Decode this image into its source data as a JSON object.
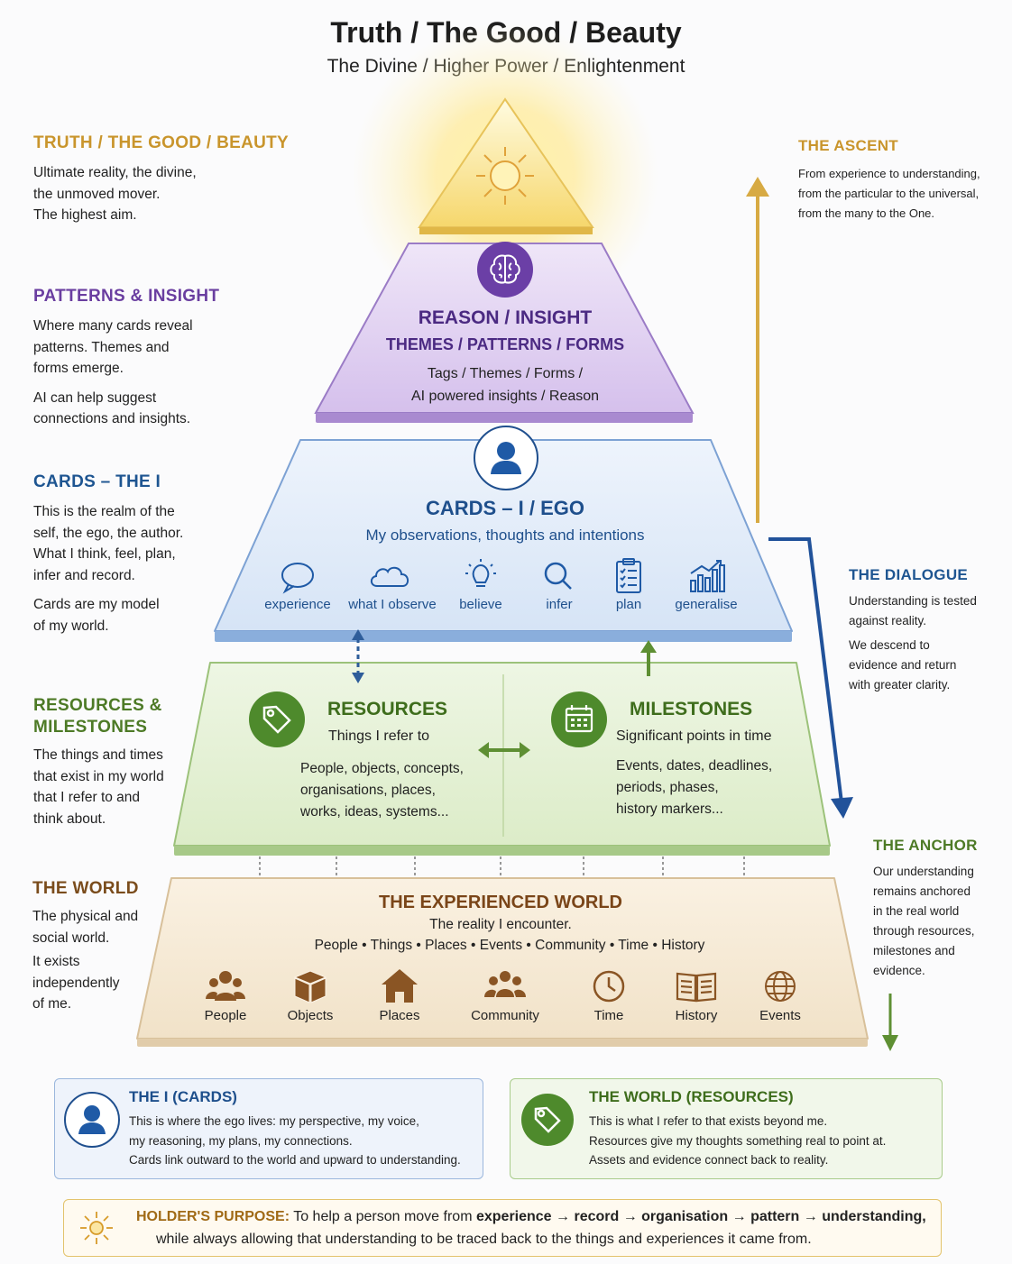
{
  "header": {
    "title": "Truth / The Good / Beauty",
    "subtitle": "The Divine / Higher Power / Enlightenment"
  },
  "left": {
    "truth": {
      "heading": "TRUTH / THE GOOD / BEAUTY",
      "lines": [
        "Ultimate reality, the divine,",
        "the unmoved mover.",
        "The highest aim."
      ]
    },
    "patterns": {
      "heading": "PATTERNS & INSIGHT",
      "p1": [
        "Where many cards reveal",
        "patterns. Themes and",
        "forms emerge."
      ],
      "p2": [
        "AI can help suggest",
        "connections and insights."
      ]
    },
    "cards": {
      "heading": "CARDS – THE I",
      "p1": [
        "This is the realm of the",
        "self, the ego, the author.",
        "What I think, feel, plan,",
        "infer and record."
      ],
      "p2": [
        "Cards are my model",
        "of my world."
      ]
    },
    "resources": {
      "heading1": "RESOURCES &",
      "heading2": "MILESTONES",
      "lines": [
        "The things and times",
        "that exist in my world",
        "that I refer to and",
        "think about."
      ]
    },
    "world": {
      "heading": "THE WORLD",
      "p1": [
        "The physical and",
        "social world."
      ],
      "p2": [
        "It exists",
        "independently",
        "of me."
      ]
    }
  },
  "right": {
    "ascent": {
      "heading": "THE ASCENT",
      "lines": [
        "From experience to understanding,",
        "from the particular to the universal,",
        "from the many to the One."
      ]
    },
    "dialogue": {
      "heading": "THE DIALOGUE",
      "p1": [
        "Understanding is tested",
        "against reality."
      ],
      "p2": [
        "We descend to",
        "evidence and return",
        "with greater clarity."
      ]
    },
    "anchor": {
      "heading": "THE ANCHOR",
      "lines": [
        "Our understanding",
        "remains anchored",
        "in the real world",
        "through resources,",
        "milestones and",
        "evidence."
      ]
    }
  },
  "pyramid": {
    "reason": {
      "title": "REASON / INSIGHT",
      "subtitle": "THEMES / PATTERNS / FORMS",
      "line1": "Tags / Themes / Forms /",
      "line2": "AI powered insights / Reason"
    },
    "cards": {
      "title": "CARDS – I / EGO",
      "subtitle": "My observations, thoughts and intentions",
      "items": [
        {
          "label": "experience",
          "icon": "speech-bubble-icon"
        },
        {
          "label": "what I observe",
          "icon": "cloud-icon"
        },
        {
          "label": "believe",
          "icon": "lightbulb-icon"
        },
        {
          "label": "infer",
          "icon": "magnifier-icon"
        },
        {
          "label": "plan",
          "icon": "clipboard-icon"
        },
        {
          "label": "generalise",
          "icon": "bar-chart-icon"
        }
      ]
    },
    "resources": {
      "title": "RESOURCES",
      "subtitle": "Things I refer to",
      "lines": [
        "People, objects, concepts,",
        "organisations, places,",
        "works, ideas, systems..."
      ]
    },
    "milestones": {
      "title": "MILESTONES",
      "subtitle": "Significant points in time",
      "lines": [
        "Events, dates, deadlines,",
        "periods, phases,",
        "history markers..."
      ]
    },
    "world": {
      "title": "THE EXPERIENCED WORLD",
      "subtitle": "The reality I encounter.",
      "list": "People • Things • Places • Events • Community • Time • History",
      "items": [
        {
          "label": "People",
          "icon": "people-icon"
        },
        {
          "label": "Objects",
          "icon": "box-icon"
        },
        {
          "label": "Places",
          "icon": "house-icon"
        },
        {
          "label": "Community",
          "icon": "community-icon"
        },
        {
          "label": "Time",
          "icon": "clock-icon"
        },
        {
          "label": "History",
          "icon": "book-icon"
        },
        {
          "label": "Events",
          "icon": "globe-icon"
        }
      ]
    }
  },
  "panels": {
    "i_cards": {
      "heading": "THE I (CARDS)",
      "lines": [
        "This is where the ego lives: my perspective, my voice,",
        "my reasoning, my plans, my connections.",
        "Cards link outward to the world and upward to understanding."
      ]
    },
    "world_resources": {
      "heading": "THE WORLD (RESOURCES)",
      "lines": [
        "This is what I refer to that exists beyond me.",
        "Resources give my thoughts something real to point at.",
        "Assets and evidence connect back to reality."
      ]
    }
  },
  "purpose": {
    "label": "HOLDER'S PURPOSE:",
    "intro": " To help a person move from ",
    "steps": [
      "experience",
      "record",
      "organisation",
      "pattern",
      "understanding,"
    ],
    "arrow": " → ",
    "line2": "while always allowing that understanding to be traced back to the things and experiences it came from."
  },
  "colors": {
    "gold": "#c9952c",
    "purple": "#6a3ea0",
    "blue": "#1e5591",
    "green": "#4d7a26",
    "brown": "#7a4c1c"
  }
}
